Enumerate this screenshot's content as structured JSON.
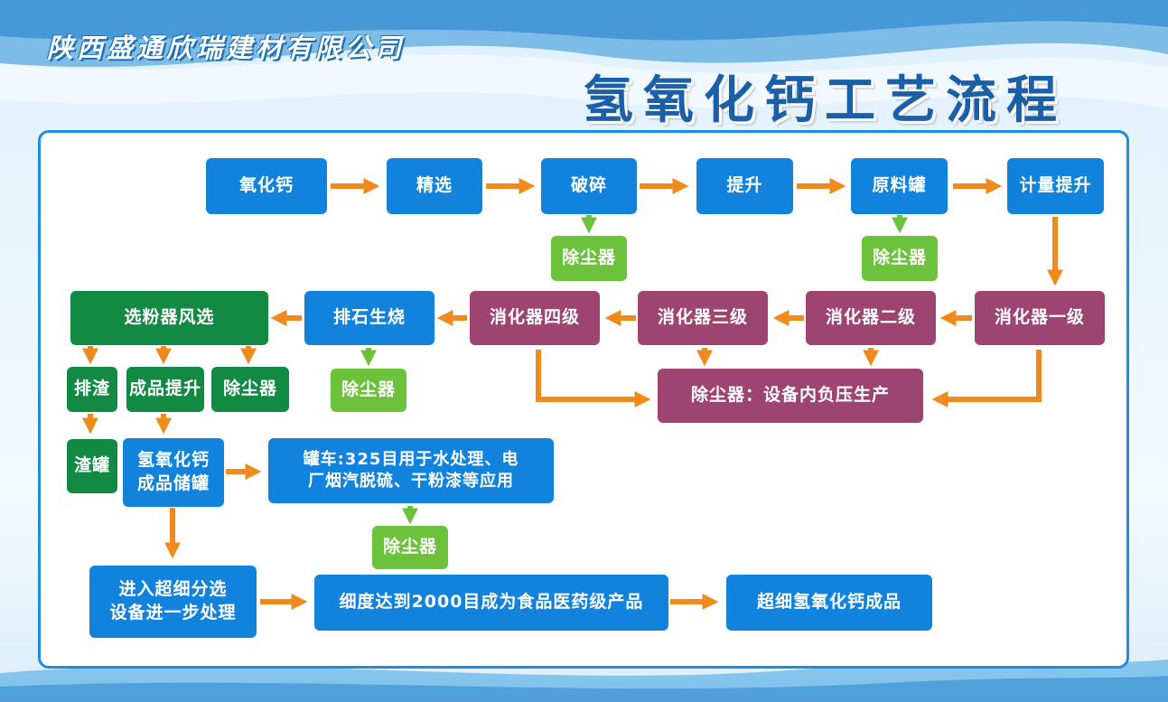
{
  "company_name": "陕西盛通欣瑞建材有限公司",
  "title": "氢氧化钙工艺流程",
  "colors": {
    "process_blue": "#1283dd",
    "dust_green": "#6dc23b",
    "select_green": "#138a44",
    "digester_purple": "#9d4570",
    "arrow_orange": "#f08a1c",
    "panel_border": "#1e8ce0"
  },
  "flow": {
    "row1": [
      "氧化钙",
      "精选",
      "破碎",
      "提升",
      "原料罐",
      "计量提升"
    ],
    "dust_collector": "除尘器",
    "digesters": [
      "消化器一级",
      "消化器二级",
      "消化器三级",
      "消化器四级"
    ],
    "stone_removal": "排石生烧",
    "classifier": "选粉器风选",
    "slag_discharge": "排渣",
    "product_lift": "成品提升",
    "slag_tank": "渣罐",
    "storage_line1": "氢氧化钙",
    "storage_line2": "成品储罐",
    "tanker_line1": "罐车:325目用于水处理、电",
    "tanker_line2": "厂烟汽脱硫、干粉漆等应用",
    "negative_pressure": "除尘器：设备内负压生产",
    "ultrafine_line1": "进入超细分选",
    "ultrafine_line2": "设备进一步处理",
    "fineness": "细度达到2000目成为食品医药级产品",
    "final_product": "超细氢氧化钙成品"
  }
}
